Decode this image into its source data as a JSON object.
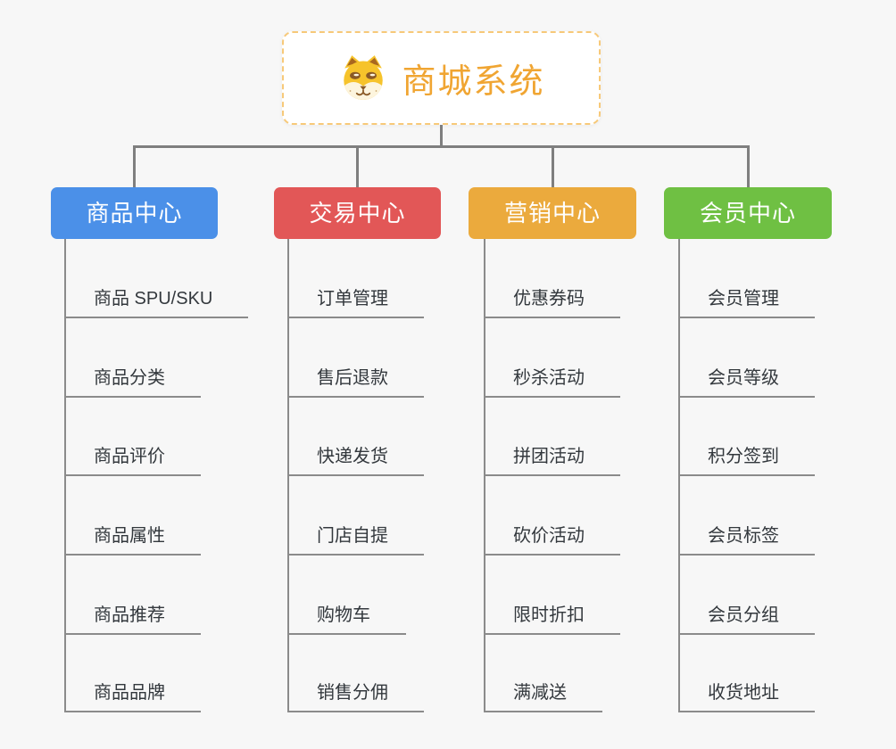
{
  "root": {
    "title": "商城系统",
    "icon": "shiba-dog-icon",
    "accent": "#f0a532",
    "border_color": "#f7c979"
  },
  "connector_color": "#7f7f7f",
  "branches": [
    {
      "label": "商品中心",
      "color": "#4b90e8",
      "items": [
        "商品 SPU/SKU",
        "商品分类",
        "商品评价",
        "商品属性",
        "商品推荐",
        "商品品牌"
      ]
    },
    {
      "label": "交易中心",
      "color": "#e25757",
      "items": [
        "订单管理",
        "售后退款",
        "快递发货",
        "门店自提",
        "购物车",
        "销售分佣"
      ]
    },
    {
      "label": "营销中心",
      "color": "#ebaa3d",
      "items": [
        "优惠券码",
        "秒杀活动",
        "拼团活动",
        "砍价活动",
        "限时折扣",
        "满减送"
      ]
    },
    {
      "label": "会员中心",
      "color": "#6fc043",
      "items": [
        "会员管理",
        "会员等级",
        "积分签到",
        "会员标签",
        "会员分组",
        "收货地址"
      ]
    }
  ]
}
